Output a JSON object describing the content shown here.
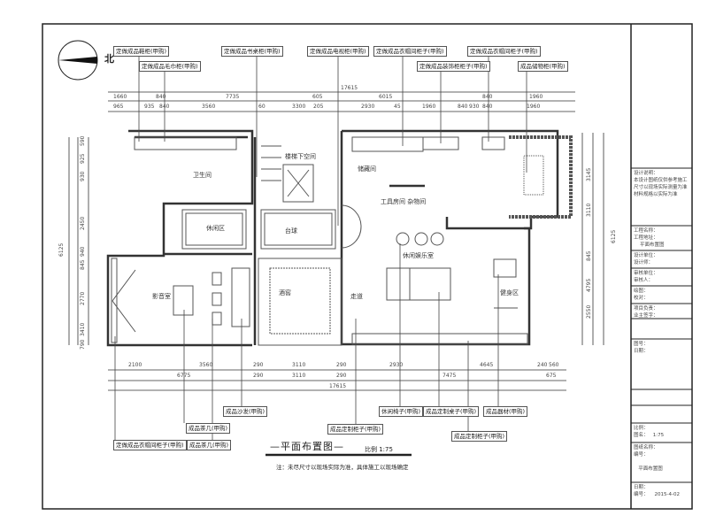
{
  "north_label": "北",
  "top_callouts": [
    "定做成品鞋柜(甲购)",
    "定做成品毛巾柜(甲购)",
    "定做成品书桌柜(甲购)",
    "定做成品电视柜(甲购)",
    "定做成品衣帽间柜子(甲购)",
    "定做成品装饰柜柜子(甲购)",
    "定做成品衣帽间柜子(甲购)",
    "成品储物柜(甲购)"
  ],
  "bottom_callouts": [
    "定做成品衣帽间柜子(甲购)",
    "成品茶几(甲购)",
    "成品茶几(甲购)",
    "成品沙发(甲购)",
    "成品定制柜子(甲购)",
    "休闲椅子(甲购)",
    "成品定制桌子(甲购)",
    "成品定制柜子(甲购)",
    "成品器材(甲购)"
  ],
  "dims_top": {
    "total": "17615",
    "row2": [
      "1660",
      "840",
      "7735",
      "605",
      "6015",
      "840",
      "1960"
    ],
    "row3": [
      "965",
      "935",
      "840",
      "3560",
      "60",
      "3300",
      "205",
      "2930",
      "45",
      "1960",
      "840",
      "930",
      "840",
      "1960"
    ]
  },
  "dims_bottom": {
    "row1": [
      "2100",
      "3560",
      "290",
      "3110",
      "290",
      "2930",
      "4645",
      "240",
      "560"
    ],
    "row2": [
      "6775",
      "290",
      "3110",
      "290",
      "7475",
      "675"
    ],
    "total": "17615"
  },
  "dims_left": [
    "590",
    "925",
    "930",
    "2450",
    "940",
    "845",
    "2770",
    "3410",
    "790",
    "6125"
  ],
  "dims_right": [
    "3145",
    "3110",
    "6125",
    "845",
    "4795",
    "2550"
  ],
  "rooms": [
    "卫生间",
    "楼梯下空间",
    "储藏间",
    "工具房间 杂物间",
    "休闲区",
    "台球",
    "休闲娱乐室",
    "影音室",
    "酒窖",
    "健身区",
    "走道"
  ],
  "drawing_title": "—平面布置图—",
  "scale": "比例 1:75",
  "note": "注：未尽尺寸以现场实际为准，具体施工以现场确定",
  "title_block": [
    "设计说明：\n本设计图纸仅供参考施工\n尺寸以现场实际测量为准\n材料规格以实际为准",
    "工程名称：\n工程地址：\n    平面布置图",
    "设计单位：\n设计师：",
    "审核单位：\n审核人：",
    "绘图：\n校对：",
    "项目负责：\n业主签字：",
    "图号：\n日期：",
    "比例：\n图名：   1:75",
    "图纸名称：\n编号：\n\n   平面布置图",
    "日期：\n编号：    2015-4-02"
  ]
}
